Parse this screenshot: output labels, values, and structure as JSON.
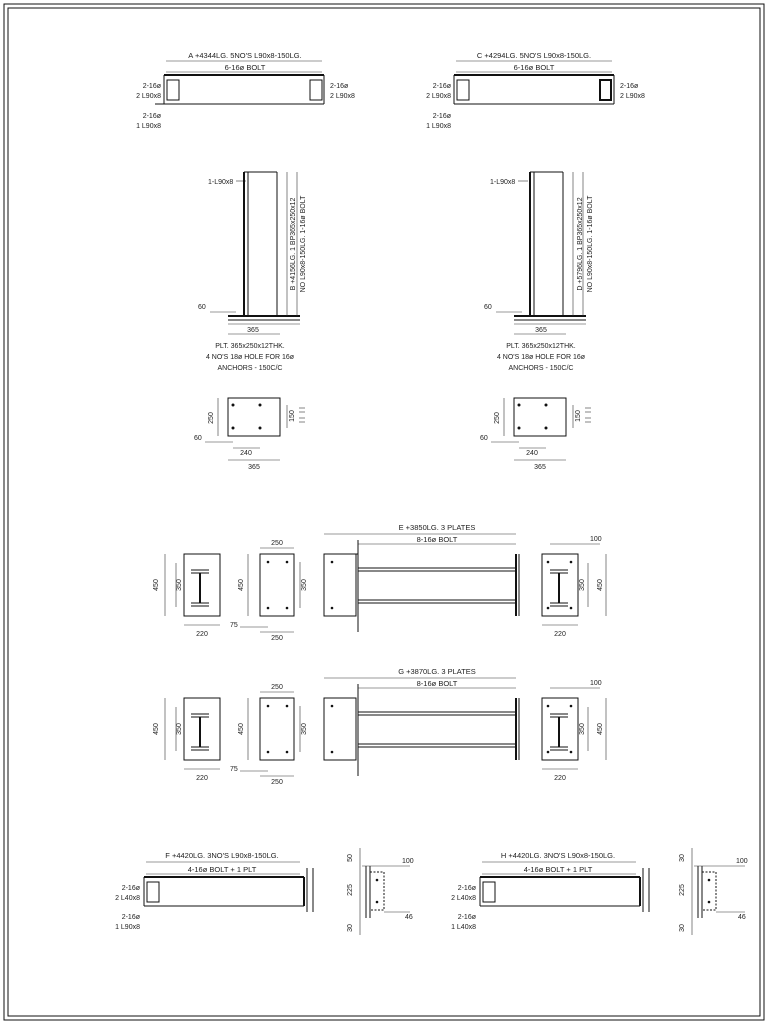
{
  "blocks": {
    "a": {
      "title": "A +4344LG. 5NO'S L90x8-150LG.",
      "bolt": "6-16ø BOLT",
      "l1a": "2-16ø",
      "l1b": "2 L90x8",
      "r1a": "2-16ø",
      "r1b": "2 L90x8",
      "l2a": "2-16ø",
      "l2b": "1 L90x8"
    },
    "c": {
      "title": "C +4294LG. 5NO'S L90x8-150LG.",
      "bolt": "6-16ø BOLT",
      "l1a": "2-16ø",
      "l1b": "2 L90x8",
      "r1a": "2-16ø",
      "r1b": "2 L90x8",
      "l2a": "2-16ø",
      "l2b": "1 L90x8"
    },
    "b": {
      "angle": "1-L90x8",
      "vert": "B +4156LG. 1 BP365x250x12",
      "vert2": "NO L90x8-150LG. 1-16ø BOLT",
      "d60": "60",
      "d365": "365",
      "note1": "PLT. 365x250x12THK.",
      "note2": "4 NO'S 18ø HOLE FOR 16ø",
      "note3": "ANCHORS - 150C/C"
    },
    "d": {
      "angle": "1-L90x8",
      "vert": "D +5796LG. 1 BP365x250x12",
      "vert2": "NO L90x8-150LG. 1-16ø BOLT",
      "d60": "60",
      "d365": "365",
      "note1": "PLT. 365x250x12THK.",
      "note2": "4 NO'S 18ø HOLE FOR 16ø",
      "note3": "ANCHORS - 150C/C"
    },
    "p1": {
      "d250": "250",
      "d150": "150",
      "d60": "60",
      "d240": "240",
      "d365": "365"
    },
    "p2": {
      "d250": "250",
      "d150": "150",
      "d60": "60",
      "d240": "240",
      "d365": "365"
    },
    "e": {
      "title": "E +3850LG. 3 PLATES",
      "bolt": "8-16ø BOLT",
      "d450a": "450",
      "d350a": "350",
      "d220a": "220",
      "d250t": "250",
      "d450b": "450",
      "d350b": "350",
      "d75": "75",
      "d250b": "250",
      "d100": "100",
      "d350c": "350",
      "d450c": "450",
      "d220b": "220"
    },
    "g": {
      "title": "G +3870LG. 3 PLATES",
      "bolt": "8-16ø BOLT",
      "d450a": "450",
      "d350a": "350",
      "d220a": "220",
      "d250t": "250",
      "d450b": "450",
      "d350b": "350",
      "d75": "75",
      "d250b": "250",
      "d100": "100",
      "d350c": "350",
      "d450c": "450",
      "d220b": "220"
    },
    "f": {
      "title": "F +4420LG. 3NO'S L90x8-150LG.",
      "bolt": "4-16ø BOLT + 1 PLT",
      "l1a": "2-16ø",
      "l1b": "2 L40x8",
      "l2a": "2-16ø",
      "l2b": "1 L90x8",
      "d50": "50",
      "d225": "225",
      "d30": "30",
      "d100": "100",
      "d46": "46"
    },
    "h": {
      "title": "H +4420LG. 3NO'S L90x8-150LG.",
      "bolt": "4-16ø BOLT + 1 PLT",
      "l1a": "2-16ø",
      "l1b": "2 L40x8",
      "l2a": "2-16ø",
      "l2b": "1 L40x8",
      "d50": "30",
      "d225": "225",
      "d30": "30",
      "d100": "100",
      "d46": "46"
    }
  }
}
